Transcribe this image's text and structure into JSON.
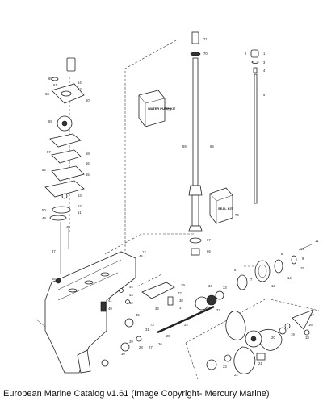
{
  "caption": "European Marine Catalog v1.61 (Image Copyright- Mercury Marine)",
  "kits": {
    "water_pump_kit": "WATER PUMP KIT",
    "seal_kit": "SEAL KIT"
  },
  "callouts": {
    "c1": "71",
    "c2": "70",
    "c3": "1",
    "c4": "2",
    "c5": "3",
    "c6": "4",
    "c7": "5",
    "c8": "75",
    "c9": "69",
    "c10": "68",
    "c11": "74",
    "c12": "67",
    "c13": "66",
    "c14": "65",
    "c15": "64",
    "c16": "63",
    "c17": "62",
    "c18": "61",
    "c19": "60",
    "c20": "59",
    "c21": "58",
    "c22": "57",
    "c23": "56",
    "c24": "55",
    "c25": "54",
    "c26": "53",
    "c27": "52",
    "c28": "51",
    "c29": "50",
    "c30": "49",
    "c31": "48",
    "c32": "47",
    "c33": "46",
    "c34": "45",
    "c35": "44",
    "c36": "43",
    "c37": "42",
    "c38": "41",
    "c39": "40",
    "c40": "39",
    "c41": "38",
    "c42": "37",
    "c43": "36",
    "c44": "35",
    "c45": "34",
    "c46": "33",
    "c47": "32",
    "c48": "31",
    "c49": "30",
    "c50": "29",
    "c51": "28",
    "c52": "27",
    "c53": "26",
    "c54": "25",
    "c55": "24",
    "c56": "23",
    "c57": "22",
    "c58": "21",
    "c59": "20",
    "c60": "19",
    "c61": "18",
    "c62": "17",
    "c63": "16",
    "c64": "15",
    "c65": "14",
    "c66": "13",
    "c67": "12",
    "c68": "11",
    "c69": "10",
    "c70": "9",
    "c71": "8",
    "c72": "7",
    "c73": "6",
    "c74": "72",
    "c75": "73"
  }
}
